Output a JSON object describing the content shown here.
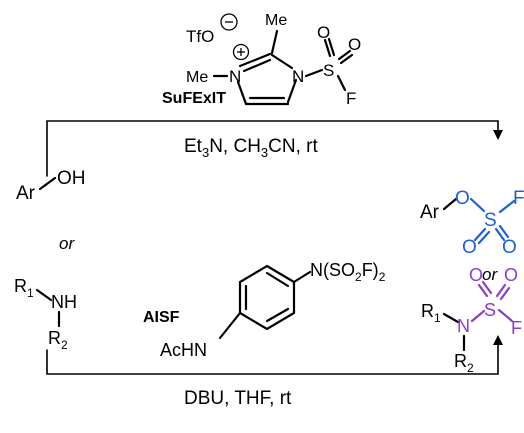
{
  "reagent_top": {
    "name": "SuFExIT",
    "counterion": "TfO",
    "charge_minus": "⊖",
    "charge_plus": "⊕",
    "methyl_1": "Me",
    "methyl_2": "Me",
    "n1": "N",
    "n2": "N",
    "s": "S",
    "o1": "O",
    "o2": "O",
    "f": "F"
  },
  "conditions_top": {
    "part1": "Et",
    "sub1": "3",
    "part2": "N, CH",
    "sub2": "3",
    "part3": "CN, rt"
  },
  "conditions_bottom": "DBU, THF, rt",
  "reagent_bottom": {
    "name": "AISF",
    "group_left": "AcHN",
    "group_right_1": "N(SO",
    "group_right_sub": "2",
    "group_right_2": "F)",
    "group_right_sub2": "2"
  },
  "substrate_phenol": {
    "ar": "Ar",
    "oh": "OH"
  },
  "substrate_amine": {
    "r1": "R",
    "r1_sub": "1",
    "nh": "NH",
    "r2": "R",
    "r2_sub": "2"
  },
  "separator_left": "or",
  "separator_right": "or",
  "product_fluorosulfate": {
    "ar": "Ar",
    "o_link": "O",
    "s": "S",
    "o1": "O",
    "o2": "O",
    "f": "F"
  },
  "product_sulfamoyl": {
    "r1": "R",
    "r1_sub": "1",
    "n": "N",
    "r2": "R",
    "r2_sub": "2",
    "s": "S",
    "o1": "O",
    "o2": "O",
    "f": "F"
  },
  "colors": {
    "fluorosulfate": "#1f5fd6",
    "sulfamoyl": "#8a3fc9",
    "text": "#000000"
  }
}
